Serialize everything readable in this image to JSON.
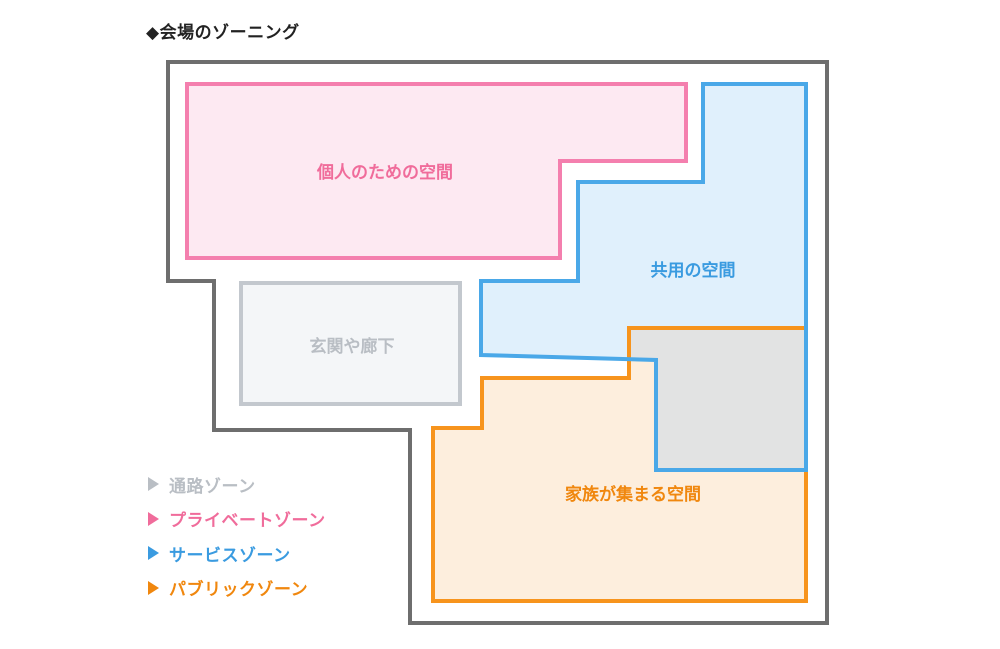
{
  "title": "◆会場のゾーニング",
  "colors": {
    "outline": "#6e6e6e",
    "gray_stroke": "#c3c8ce",
    "gray_fill": "#f4f6f8",
    "gray_text": "#b9bec4",
    "pink_stroke": "#f47fae",
    "pink_fill": "#fde9f2",
    "pink_text": "#f06c9b",
    "blue_stroke": "#4aa8e8",
    "blue_fill": "#e0f0fc",
    "blue_text": "#3a9be0",
    "orange_stroke": "#f7941d",
    "orange_fill": "#fdeedd",
    "orange_text": "#f0870e",
    "overlap_fill": "#e2e3e3"
  },
  "zones": {
    "private": "個人のための空間",
    "shared": "共用の空間",
    "entrance": "玄関や廊下",
    "family": "家族が集まる空間"
  },
  "legend": [
    {
      "label": "通路ゾーン",
      "color": "#b9bec4"
    },
    {
      "label": "プライベートゾーン",
      "color": "#f06c9b"
    },
    {
      "label": "サービスゾーン",
      "color": "#3a9be0"
    },
    {
      "label": "パブリックゾーン",
      "color": "#f0870e"
    }
  ]
}
